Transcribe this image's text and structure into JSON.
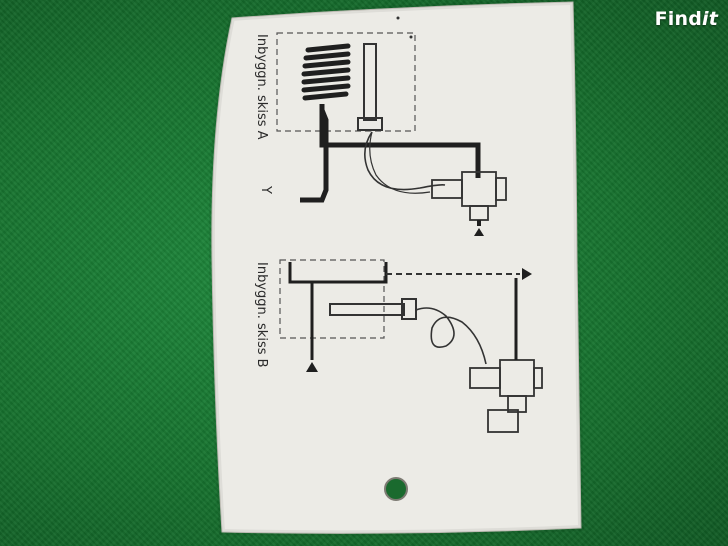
{
  "watermark": {
    "prefix": "Find",
    "suffix": "it"
  },
  "diagram_a": {
    "label": "Inbyggn. skiss A",
    "junction_mark": "Y"
  },
  "diagram_b": {
    "label": "Inbyggn. skiss B"
  },
  "colors": {
    "felt": "#17732f",
    "card": "#ecebe6",
    "ink": "#2a2a2a"
  }
}
